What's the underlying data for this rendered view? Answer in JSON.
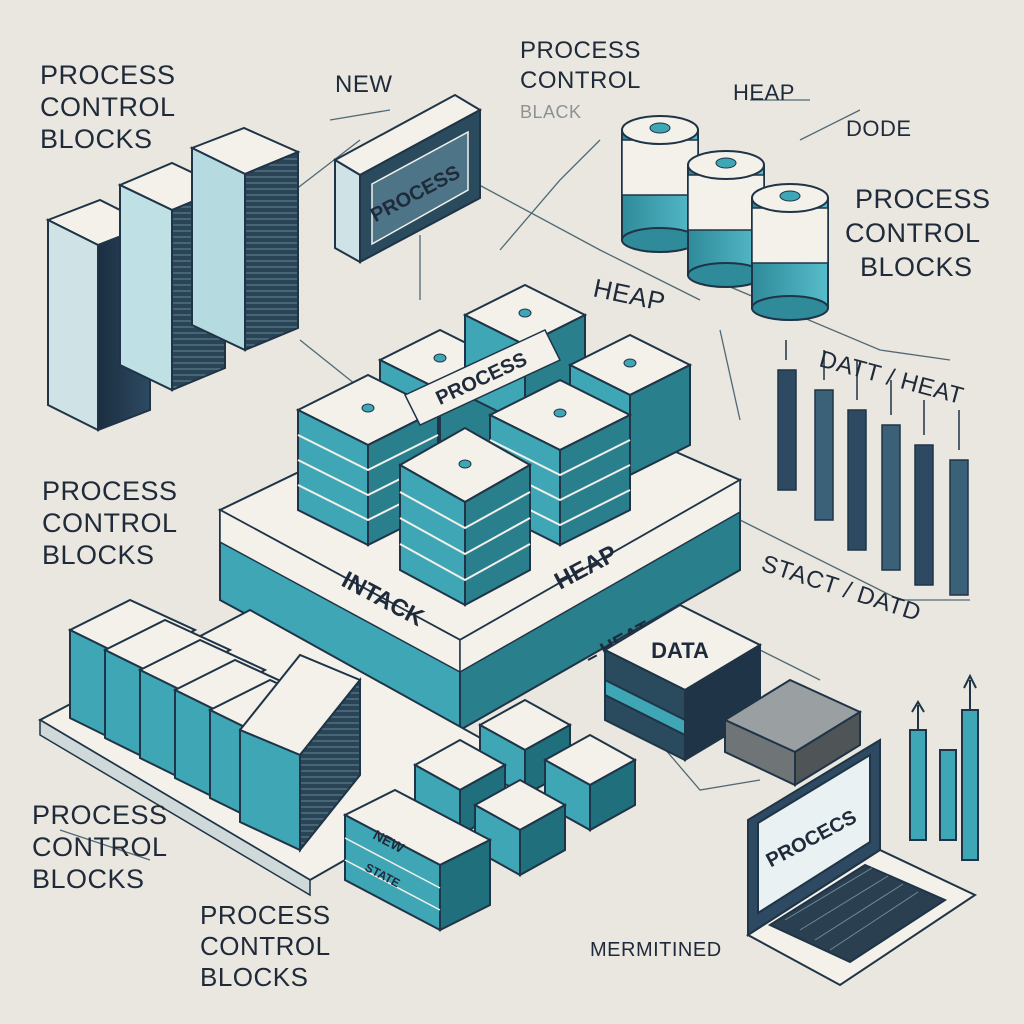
{
  "labels": {
    "pcb_top_left": [
      "PROCESS",
      "CONTROL",
      "BLOCKS"
    ],
    "new": "NEW",
    "process_sign": "PROCESS",
    "pcb_top_center": [
      "PROCESS",
      "CONTROL",
      "BLACK"
    ],
    "heap_top": "HEAP",
    "dode": "DODE",
    "pcb_right": [
      "PROCESS",
      "CONTROL",
      "BLOCKS"
    ],
    "heap_mid": "HEAP",
    "datt_heat": "DATT / HEAT",
    "process_stack": "PROCESS",
    "pcb_mid_left": [
      "PROCESS",
      "CONTROL",
      "BLOCKS"
    ],
    "intack": "INTACK",
    "heap_platform": "HEAP",
    "heat": "– HEAT –",
    "data_box": "DATA",
    "stact_datd": "STACT / DATD",
    "pcb_bottom_left": [
      "PROCESS",
      "CONTROL",
      "BLOCKS"
    ],
    "pcb_bottom_center": [
      "PROCESS",
      "CONTROL",
      "BLOCKS"
    ],
    "new_small": "NEW",
    "state_small": "STATE",
    "laptop_screen": "PROCECS",
    "mermitined": "MERMITINED"
  },
  "colors": {
    "background": "#e9e7df",
    "teal": "#3fa6b5",
    "teal_dark": "#1f6f7d",
    "navy": "#1f3447",
    "paper": "#f3f1ea",
    "ink": "#1f2a3a"
  }
}
